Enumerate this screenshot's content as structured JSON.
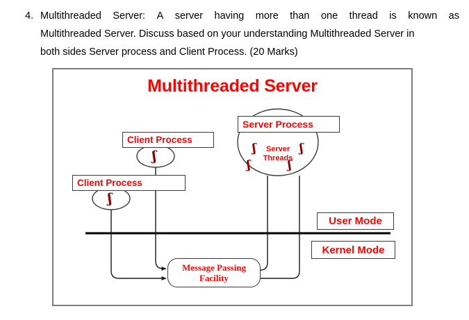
{
  "question": {
    "number": "4.",
    "line1_words": [
      "Multithreaded",
      "Server:",
      "A",
      "server",
      "having",
      "more",
      "than",
      "one",
      "thread",
      "is",
      "known",
      "as"
    ],
    "line2": "Multithreaded Server. Discuss based on your understanding Multithreaded Server in",
    "line3": "both sides Server process and Client Process.  (20 Marks)"
  },
  "diagram": {
    "title": "Multithreaded Server",
    "boxes": {
      "server_process": "Server Process",
      "client_process_top": "Client Process",
      "client_process_bottom": "Client Process",
      "user_mode": "User Mode",
      "kernel_mode": "Kernel Mode"
    },
    "message_passing_facility": {
      "line1": "Message Passing",
      "line2": "Facility"
    },
    "server_threads_label": {
      "line1": "Server",
      "line2": "Threads"
    },
    "thread_glyph": "ʃ",
    "thread_count_server": 4,
    "thread_count_client_top": 1,
    "thread_count_client_bottom": 1,
    "colors": {
      "label_red": "#ff0000",
      "thread_dark_red": "#8b0000",
      "frame_gray": "#7d7d7d",
      "stroke_black": "#3a3a3a"
    }
  }
}
